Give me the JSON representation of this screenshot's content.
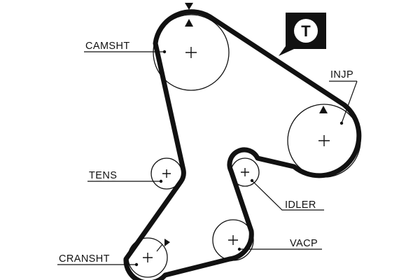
{
  "labels": {
    "camshaft": "CAMSHT",
    "injection_pump": "INJP",
    "tensioner": "TENS",
    "idler": "IDLER",
    "vacuum_pump": "VACP",
    "crankshaft": "CRANSHT"
  },
  "badge": {
    "letter": "T"
  },
  "colors": {
    "ink": "#111111",
    "background": "#ffffff"
  }
}
